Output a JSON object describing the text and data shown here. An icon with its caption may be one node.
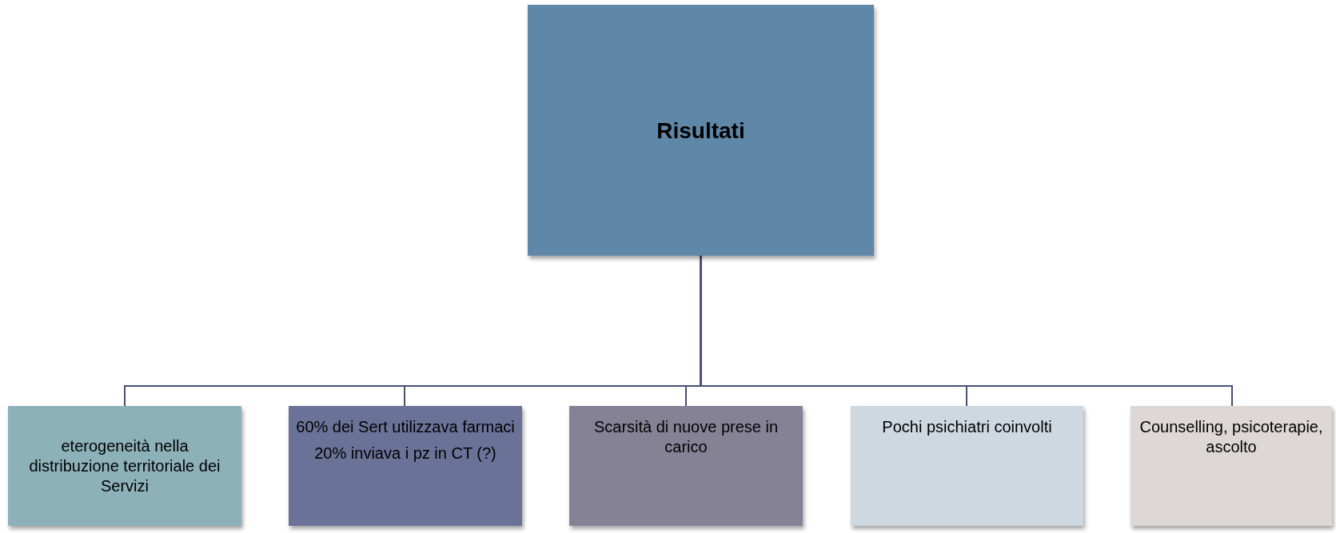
{
  "diagram": {
    "nodes": [
      {
        "text": [
          "Risultati"
        ]
      },
      {
        "text": [
          "eterogeneità nella distribuzione territoriale dei Servizi"
        ]
      },
      {
        "text": [
          "60% dei Sert utilizzava farmaci",
          "20% inviava i pz in CT (?)"
        ]
      },
      {
        "text": [
          "Scarsità di nuove prese in carico"
        ]
      },
      {
        "text": [
          "Pochi psichiatri coinvolti"
        ]
      },
      {
        "text": [
          "Counselling, psicoterapie, ascolto"
        ]
      }
    ],
    "edges": [
      {
        "from": 0,
        "to": 1,
        "arrow": "none"
      },
      {
        "from": 0,
        "to": 2,
        "arrow": "none"
      },
      {
        "from": 0,
        "to": 3,
        "arrow": "none"
      },
      {
        "from": 0,
        "to": 4,
        "arrow": "none"
      },
      {
        "from": 0,
        "to": 5,
        "arrow": "none"
      }
    ]
  }
}
